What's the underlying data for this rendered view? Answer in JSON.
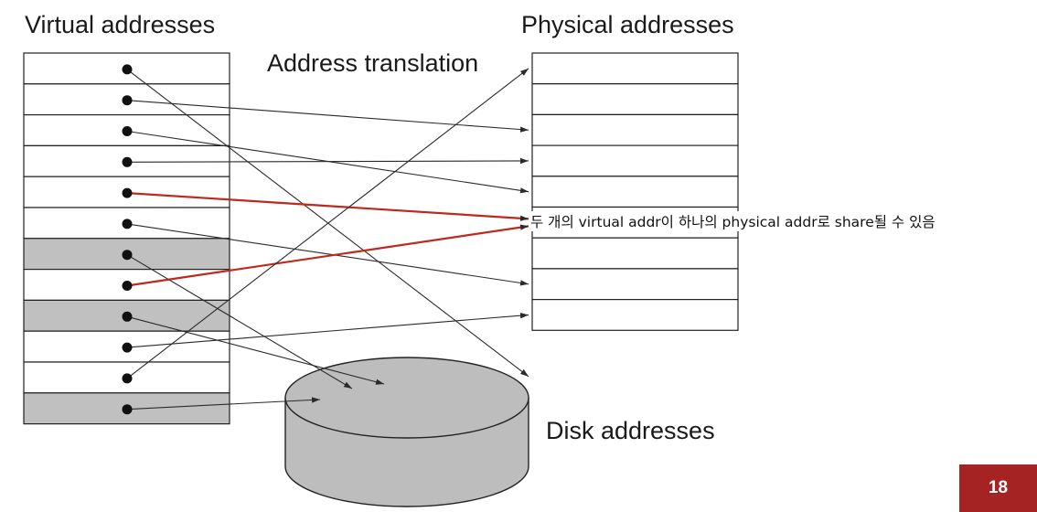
{
  "labels": {
    "virtual": "Virtual addresses",
    "physical": "Physical addresses",
    "translation": "Address translation",
    "disk": "Disk addresses",
    "annotation": "두 개의 virtual addr이 하나의 physical addr로 share될 수 있음"
  },
  "page_number": "18",
  "colors": {
    "line": "#2a2a2a",
    "highlight": "#c0281e",
    "disk_page_fill": "#c0c0c0",
    "disk_fill": "#bdbdbd",
    "badge": "#a52323"
  },
  "virtual_pages": [
    {
      "state": "mapped",
      "target": "physical",
      "slot": 10
    },
    {
      "state": "mapped",
      "target": "physical",
      "slot": 2
    },
    {
      "state": "mapped",
      "target": "physical",
      "slot": 4
    },
    {
      "state": "mapped",
      "target": "physical",
      "slot": 3
    },
    {
      "state": "shared",
      "target": "physical",
      "slot": 5
    },
    {
      "state": "mapped",
      "target": "physical",
      "slot": 7
    },
    {
      "state": "on-disk",
      "target": "disk",
      "slot": 1
    },
    {
      "state": "shared",
      "target": "physical",
      "slot": 5
    },
    {
      "state": "on-disk",
      "target": "disk",
      "slot": 2
    },
    {
      "state": "mapped",
      "target": "physical",
      "slot": 8
    },
    {
      "state": "mapped",
      "target": "physical",
      "slot": 0
    },
    {
      "state": "on-disk",
      "target": "disk",
      "slot": 0
    }
  ],
  "physical_page_count": 9
}
